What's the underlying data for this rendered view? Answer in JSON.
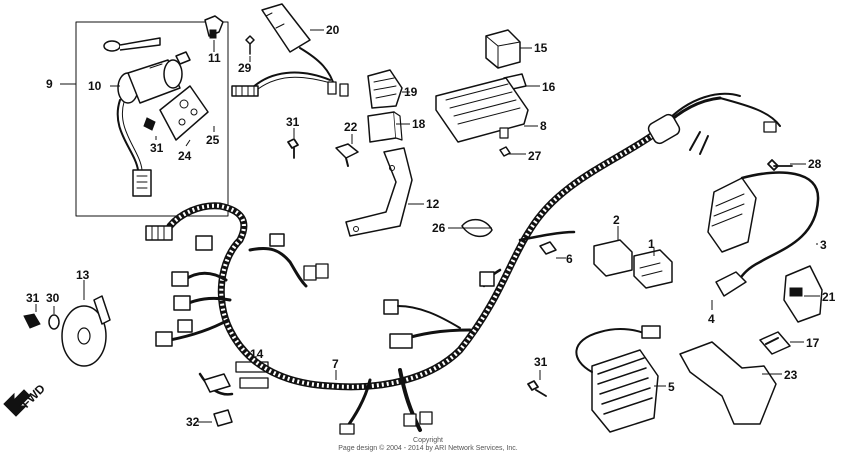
{
  "fwd_label": "FWD",
  "copyright": {
    "line1": "Copyright",
    "line2": "Page design © 2004 - 2014 by ARI Network Services, Inc."
  },
  "callouts": [
    "1",
    "2",
    "3",
    "4",
    "5",
    "6",
    "7",
    "8",
    "9",
    "10",
    "11",
    "12",
    "13",
    "14",
    "15",
    "16",
    "17",
    "18",
    "19",
    "20",
    "21",
    "22",
    "23",
    "24",
    "25",
    "26",
    "27",
    "28",
    "29",
    "30",
    "31",
    "32"
  ],
  "extra_31": [
    "31",
    "31",
    "31",
    "31"
  ]
}
